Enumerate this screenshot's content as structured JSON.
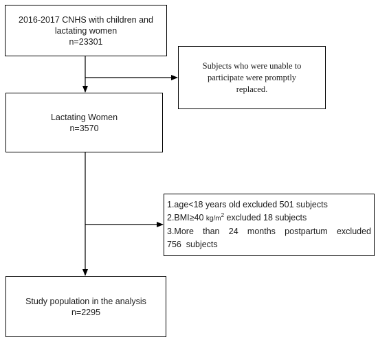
{
  "boxes": {
    "source": {
      "line1": "2016-2017 CNHS with children and",
      "line2": "lactating women",
      "line3": "n=23301"
    },
    "replaced": {
      "line1": "Subjects who were unable to",
      "line2": "participate were promptly",
      "line3": "replaced."
    },
    "lactating": {
      "line1": "Lactating Women",
      "line2": "n=3570"
    },
    "exclusions": {
      "item1": "1.age<18 years old excluded 501 subjects",
      "item2_prefix": "2.BMI≥40 ",
      "item2_unit": "kg/m",
      "item2_sup": "2",
      "item2_suffix": " excluded 18 subjects",
      "item3_line1": "3.More than 24 months postpartum excluded",
      "item3_line2": "756  subjects"
    },
    "final": {
      "line1": "Study population in the analysis",
      "line2": "n=2295"
    }
  },
  "colors": {
    "stroke": "#000000",
    "text": "#1a1a1a",
    "background": "#ffffff"
  }
}
